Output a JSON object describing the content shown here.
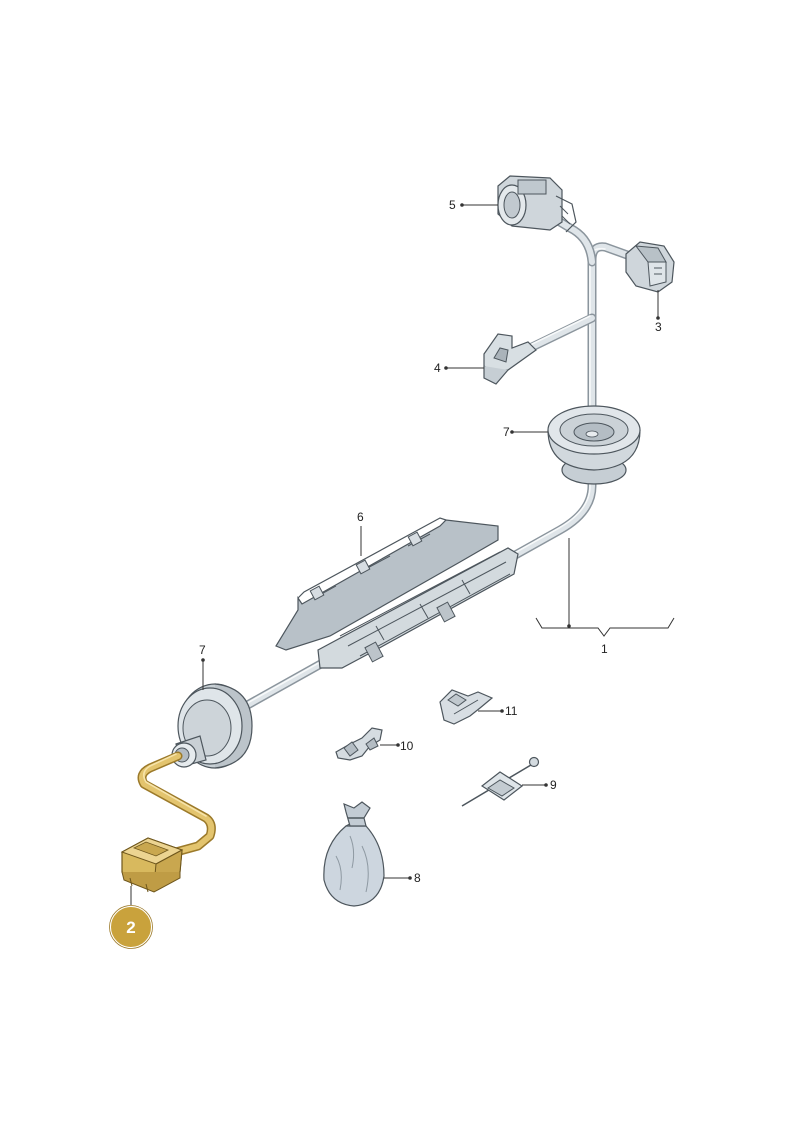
{
  "callouts": {
    "c1": "1",
    "c2": "2",
    "c3": "3",
    "c4": "4",
    "c5": "5",
    "c6": "6",
    "c7a": "7",
    "c7b": "7",
    "c8": "8",
    "c9": "9",
    "c10": "10",
    "c11": "11"
  },
  "colors": {
    "highlight_part": "#e3c46e",
    "badge": "#c9a23c",
    "part_body": "#d6dde2",
    "outline": "#4d565d"
  },
  "highlighted_item": "2"
}
